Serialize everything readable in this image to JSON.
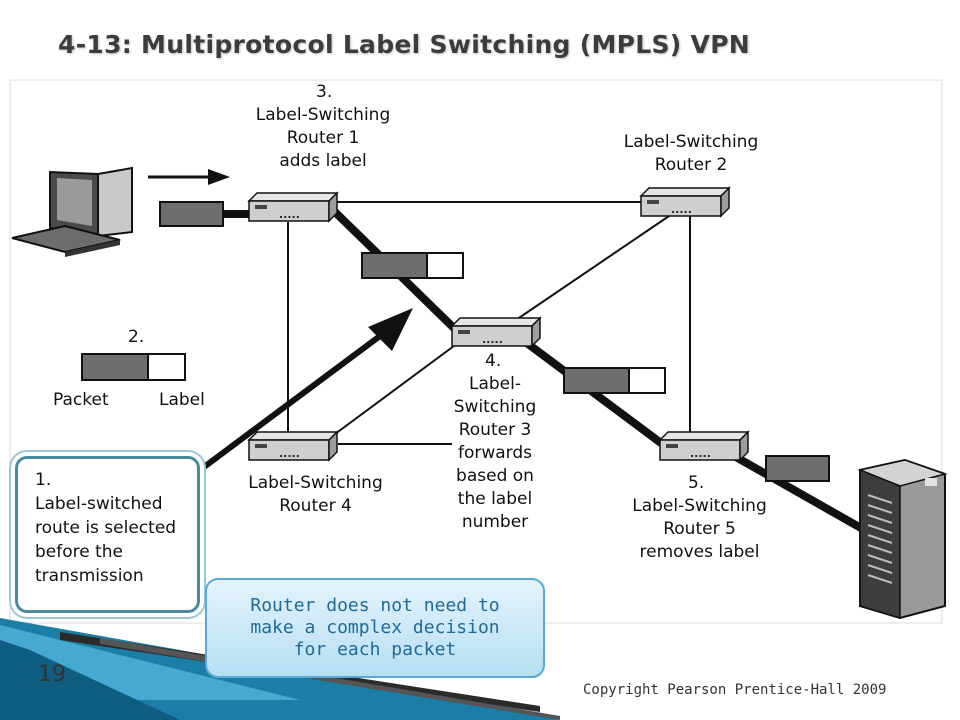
{
  "slide": {
    "title": "4-13: Multiprotocol Label Switching (MPLS) VPN",
    "page_number": "19",
    "copyright": "Copyright Pearson Prentice-Hall 2009"
  },
  "diagram": {
    "step1": {
      "number": "1.",
      "lines": [
        "Label-switched",
        "route is selected",
        "before the",
        "transmission"
      ]
    },
    "step2": {
      "number": "2.",
      "packet_label": "Packet",
      "label_label": "Label"
    },
    "step3": {
      "lines": [
        "3.",
        "Label-Switching",
        "Router 1",
        "adds label"
      ]
    },
    "router2": {
      "lines": [
        "Label-Switching",
        "Router 2"
      ]
    },
    "step4": {
      "lines": [
        "4.",
        "Label-",
        "Switching",
        "Router 3",
        "forwards",
        "based on",
        "the label",
        "number"
      ]
    },
    "router4": {
      "lines": [
        "Label-Switching",
        "Router 4"
      ]
    },
    "step5": {
      "lines": [
        "5.",
        "Label-Switching",
        "Router 5",
        "removes label"
      ]
    },
    "note": {
      "lines": [
        "Router does not need to",
        "make a complex decision",
        "for each packet"
      ]
    }
  },
  "colors": {
    "accent_blue": "#1f6a96",
    "packet_gray": "#6e6e6e",
    "step_box_border": "#4a8a9e"
  }
}
